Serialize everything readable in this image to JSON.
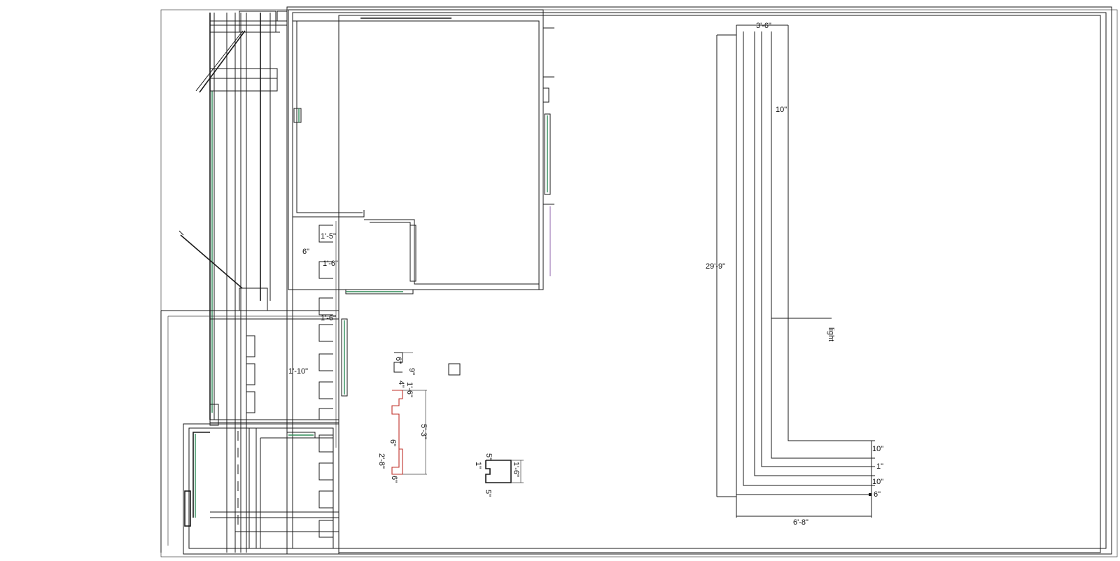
{
  "colors": {
    "line": "#1a1a1a",
    "accent_green": "#2e8b57",
    "accent_teal": "#1f9c8a",
    "accent_red": "#c0302a",
    "accent_yellow": "#d6c64a",
    "accent_purple": "#a07ab8",
    "accent_blue": "#4a7fb0"
  },
  "dimensions": {
    "d_3_6": "3'-6\"",
    "d_10_top": "10\"",
    "d_29_9": "29'-9\"",
    "d_light": "light",
    "d_10_a": "10\"",
    "d_1": "1\"",
    "d_10_b": "10\"",
    "d_6": "6\"",
    "d_6_8": "6'-8\"",
    "d_1_5": "1'-5\"",
    "d_6_small": "6\"",
    "d_1_6_a": "1'-6\"",
    "d_1_6_b": "1'-6\"",
    "d_1_10": "1'-10\"",
    "d_6_c": "6\"",
    "d_9": "9\"",
    "d_4": "4\"",
    "d_1_6_c": "1'-6\"",
    "d_5_3": "5'-3\"",
    "d_6_d": "6\"",
    "d_2_8": "2'-8\"",
    "d_6_e": "6\"",
    "d_5_a": "5\"",
    "d_1_6_d": "1'-6\"",
    "d_1_small": "1\"",
    "d_5_b": "5\""
  }
}
